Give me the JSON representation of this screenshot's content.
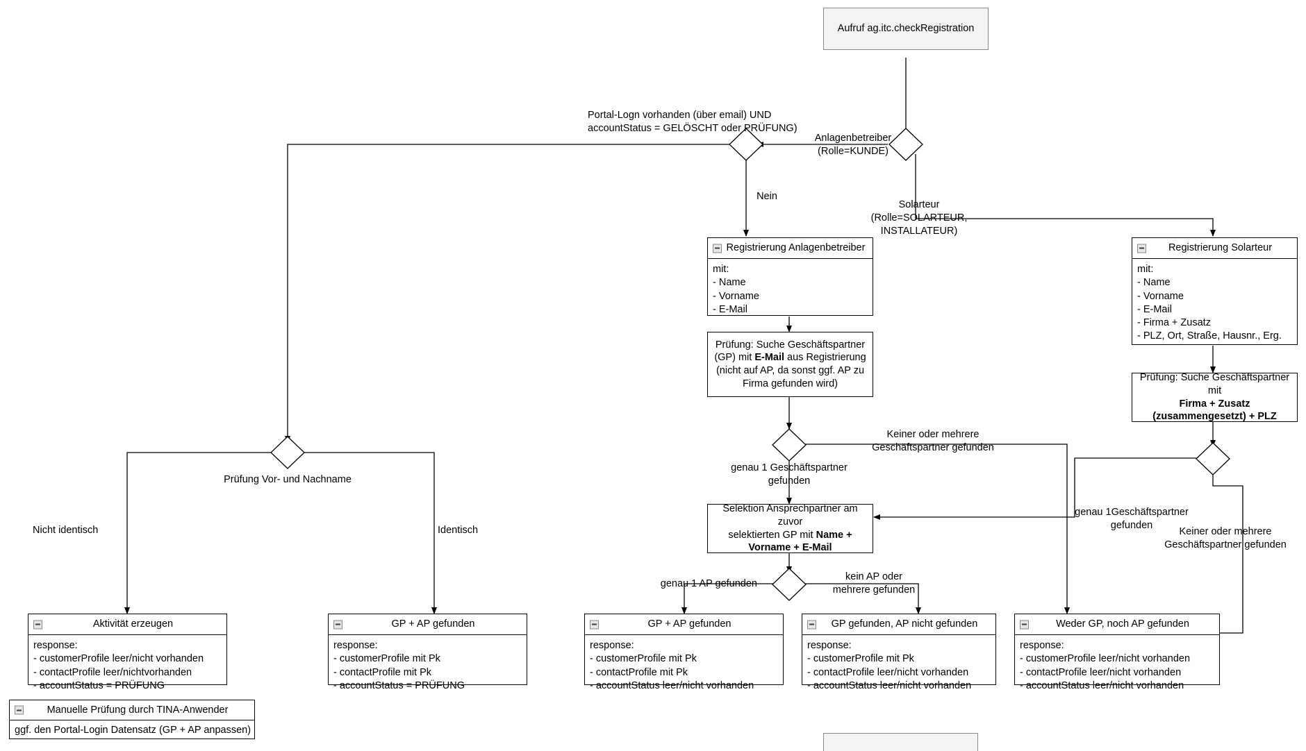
{
  "diagram": {
    "title": "checkRegistration Ablaufdiagramm",
    "line_color": "#000000",
    "start_fill": "#f4f4f4",
    "start_border": "#888888"
  },
  "nodes": {
    "start": {
      "label": "Aufruf ag.itc.checkRegistration"
    },
    "reg_anlagenbetreiber": {
      "title": "Registrierung Anlagenbetreiber",
      "body": "mit:\n- Name\n- Vorname\n- E-Mail",
      "icon": "minus-collapse-icon"
    },
    "reg_solarteur": {
      "title": "Registrierung Solarteur",
      "body": "mit:\n- Name\n- Vorname\n- E-Mail\n- Firma + Zusatz\n- PLZ, Ort, Straße, Hausnr., Erg.",
      "icon": "minus-collapse-icon"
    },
    "pruefung_gp_email": {
      "line1": "Prüfung: Suche Geschäftspartner",
      "line2_pre": "(GP) mit ",
      "line2_bold": "E-Mail",
      "line2_post": " aus Registrierung",
      "line3": "(nicht auf AP, da sonst ggf. AP zu",
      "line4": "Firma gefunden wird)"
    },
    "pruefung_gp_firma": {
      "line1": "Prüfung: Suche Geschäftspartner mit",
      "line2_bold": "Firma + Zusatz",
      "line3_bold": "(zusammengesetzt) + PLZ"
    },
    "selektion_ap": {
      "line1": "Selektion Ansprechpartner am zuvor",
      "line2_pre": "selektierten GP mit ",
      "line2_bold": "Name +",
      "line3_bold": "Vorname + E-Mail"
    },
    "aktivitaet_erzeugen": {
      "title": "Aktivität erzeugen",
      "body": "response:\n- customerProfile leer/nicht vorhanden\n- contactProfile leer/nichtvorhanden\n- accountStatus = PRÜFUNG",
      "icon": "minus-collapse-icon"
    },
    "gp_ap_gefunden_pruefung": {
      "title": "GP + AP gefunden",
      "body": "response:\n- customerProfile mit Pk\n- contactProfile mit Pk\n- accountStatus = PRÜFUNG",
      "icon": "minus-collapse-icon"
    },
    "gp_ap_gefunden_leer": {
      "title": "GP + AP gefunden",
      "body": "response:\n- customerProfile mit Pk\n- contactProfile mit Pk\n- accountStatus leer/nicht vorhanden",
      "icon": "minus-collapse-icon"
    },
    "gp_gefunden_ap_nicht": {
      "title": "GP gefunden, AP nicht gefunden",
      "body": "response:\n- customerProfile mit Pk\n- contactProfile leer/nicht vorhanden\n- accountStatus leer/nicht vorhanden",
      "icon": "minus-collapse-icon"
    },
    "weder_gp_noch_ap": {
      "title": "Weder GP, noch AP gefunden",
      "body": "response:\n- customerProfile leer/nicht vorhanden\n- contactProfile leer/nicht vorhanden\n- accountStatus leer/nicht vorhanden",
      "icon": "minus-collapse-icon"
    },
    "manuelle_pruefung": {
      "title": "Manuelle Prüfung durch TINA-Anwender",
      "body": "ggf. den Portal-Login Datensatz (GP + AP anpassen)",
      "icon": "minus-collapse-icon"
    }
  },
  "edge_labels": {
    "portal_login": "Portal-Logn vorhanden (über email) UND\naccountStatus = GELÖSCHT oder PRÜFUNG)",
    "anlagenbetreiber": "Anlagenbetreiber\n(Rolle=KUNDE)",
    "solarteur": "Solarteur\n(Rolle=SOLARTEUR,\nINSTALLATEUR)",
    "nein": "Nein",
    "keiner_oder_mehrere_mitte": "Keiner oder mehrere\nGeschäftspartner gefunden",
    "genau_1_gp_mitte": "genau 1 Geschäftspartner\ngefunden",
    "genau_1_gp_rechts": "genau 1Geschäftspartner\ngefunden",
    "keiner_oder_mehrere_rechts": "Keiner oder mehrere\nGeschäftspartner gefunden",
    "genau_1_ap": "genau 1 AP gefunden",
    "kein_ap_oder_mehrere": "kein AP oder\nmehrere gefunden",
    "pruefung_vor_nachname": "Prüfung Vor- und Nachname",
    "nicht_identisch": "Nicht identisch",
    "identisch": "Identisch"
  }
}
